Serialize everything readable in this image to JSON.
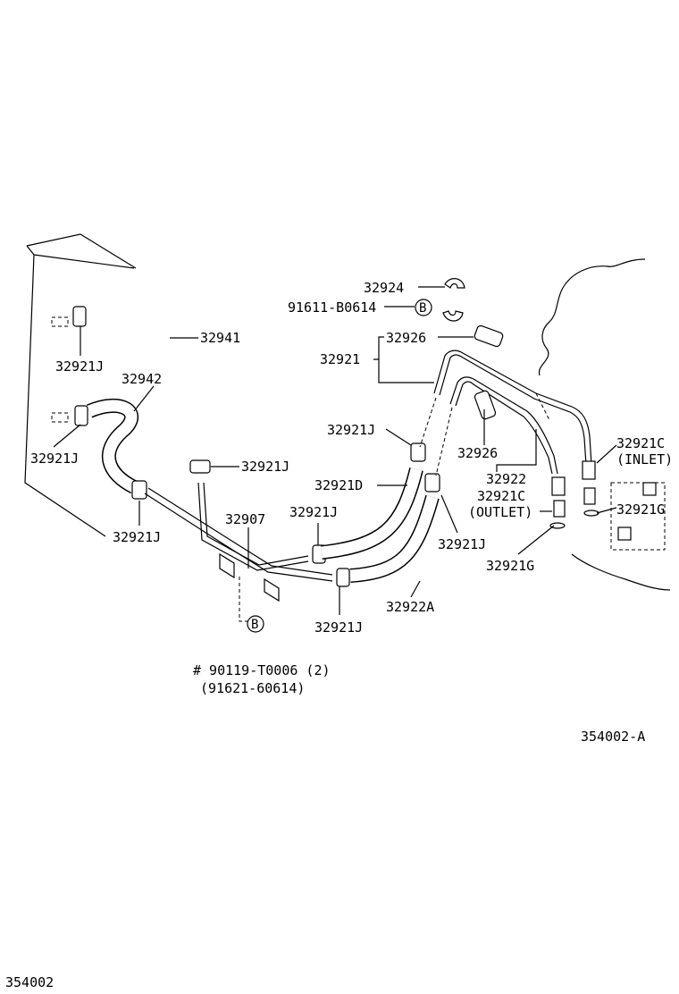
{
  "diagram_number": "354002",
  "figure_code": "354002-A",
  "labels": {
    "l_32924": "32924",
    "l_91611": "91611-B0614",
    "l_b_top": "B",
    "l_32941": "32941",
    "l_32921j_1": "32921J",
    "l_32942": "32942",
    "l_32921j_2": "32921J",
    "l_32921j_3": "32921J",
    "l_32921j_4": "32921J",
    "l_32907": "32907",
    "l_32921j_5": "32921J",
    "l_32921j_6": "32921J",
    "l_32921d": "32921D",
    "l_32921j_7": "32921J",
    "l_32922a": "32922A",
    "l_32921j_8": "32921J",
    "l_32926_1": "32926",
    "l_32921": "32921",
    "l_32926_2": "32926",
    "l_32922": "32922",
    "l_32921c_outlet": "32921C",
    "l_outlet": "(OUTLET)",
    "l_32921g_1": "32921G",
    "l_32921c_inlet": "32921C",
    "l_inlet": "(INLET)",
    "l_32921g_2": "32921G",
    "l_b_bottom": "B",
    "l_bolt": "# 90119-T0006 (2)",
    "l_bolt_alt": "(91621-60614)"
  }
}
